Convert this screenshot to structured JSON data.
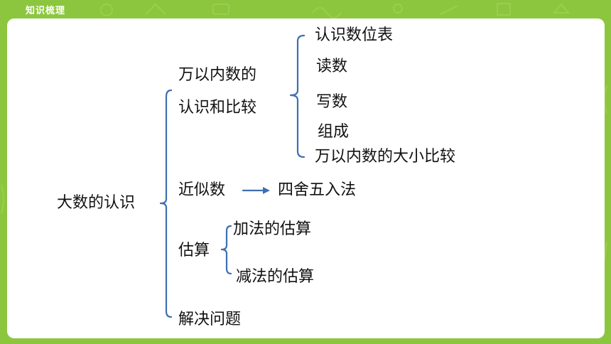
{
  "header": {
    "title": "知识梳理"
  },
  "colors": {
    "background": "#8cc63f",
    "card": "#ffffff",
    "connector": "#3f6fb0",
    "text": "#111111"
  },
  "mindmap": {
    "root": "大数的认识",
    "branch1": {
      "line1": "万以内数的",
      "line2": "认识和比较",
      "children": [
        "认识数位表",
        "读数",
        "写数",
        "组成",
        "万以内数的大小比较"
      ]
    },
    "branch2": {
      "label": "近似数",
      "arrow_target": "四舍五入法"
    },
    "branch3": {
      "label": "估算",
      "children": [
        "加法的估算",
        "减法的估算"
      ]
    },
    "branch4": {
      "label": "解决问题"
    }
  }
}
